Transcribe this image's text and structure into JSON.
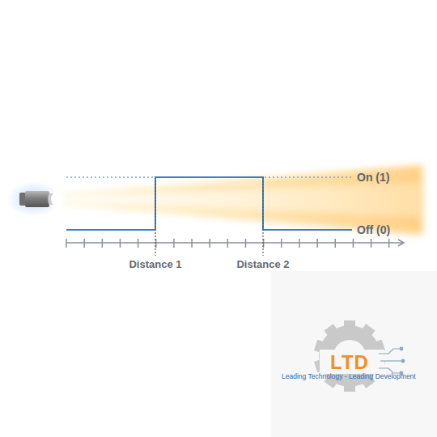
{
  "diagram": {
    "labels": [
      "On (1)",
      "Off (0)",
      "Distance 1",
      "Distance 2",
      "LTD",
      "Leading Technology - Leading Development"
    ]
  }
}
